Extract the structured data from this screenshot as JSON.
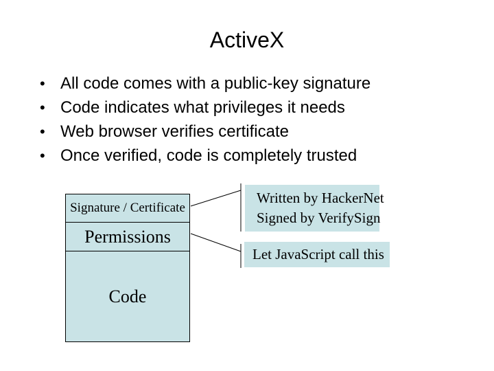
{
  "slide": {
    "title": "ActiveX",
    "bullet_char": "•",
    "bullets": [
      "All code comes with a public-key signature",
      "Code indicates what privileges it needs",
      "Web browser verifies certificate",
      "Once verified, code is completely trusted"
    ],
    "diagram": {
      "box_fill": "#c9e3e6",
      "line_color": "#000000",
      "sections": [
        {
          "label": "Signature / Certificate"
        },
        {
          "label": "Permissions"
        },
        {
          "label": "Code"
        }
      ],
      "callouts": [
        {
          "points_to": "Signature / Certificate",
          "lines": [
            "Written by HackerNet",
            "Signed by VerifySign"
          ]
        },
        {
          "points_to": "Permissions",
          "lines": [
            "Let JavaScript call this"
          ]
        }
      ]
    }
  }
}
